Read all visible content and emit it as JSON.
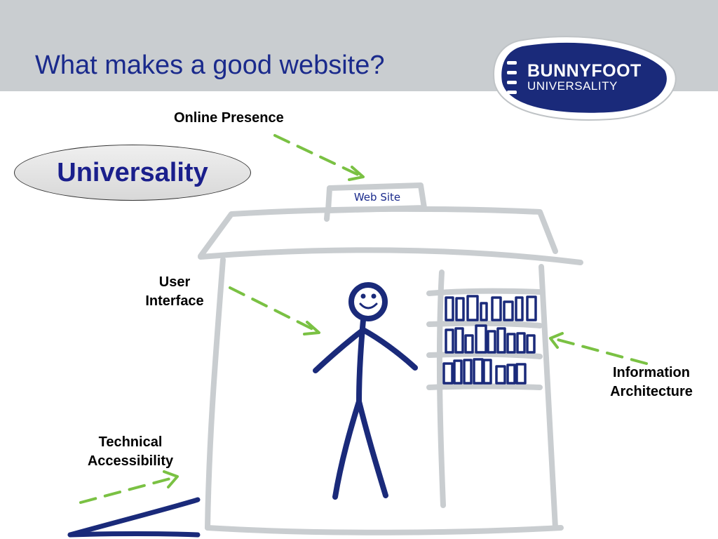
{
  "title": "What makes a good website?",
  "logo": {
    "line1": "BUNNYFOOT",
    "line2": "UNIVERSALITY"
  },
  "badge": "Universality",
  "sign": "Web Site",
  "labels": {
    "online_presence": "Online Presence",
    "user_interface": [
      "User",
      "Interface"
    ],
    "information_architecture": [
      "Information",
      "Architecture"
    ],
    "technical_accessibility": [
      "Technical",
      "Accessibility"
    ]
  },
  "colors": {
    "header_band": "#c9cdd0",
    "title": "#1a2a8c",
    "navy": "#1a2a7a",
    "arrow_green": "#7ac143",
    "sketch_gray": "#c9cdd0"
  }
}
